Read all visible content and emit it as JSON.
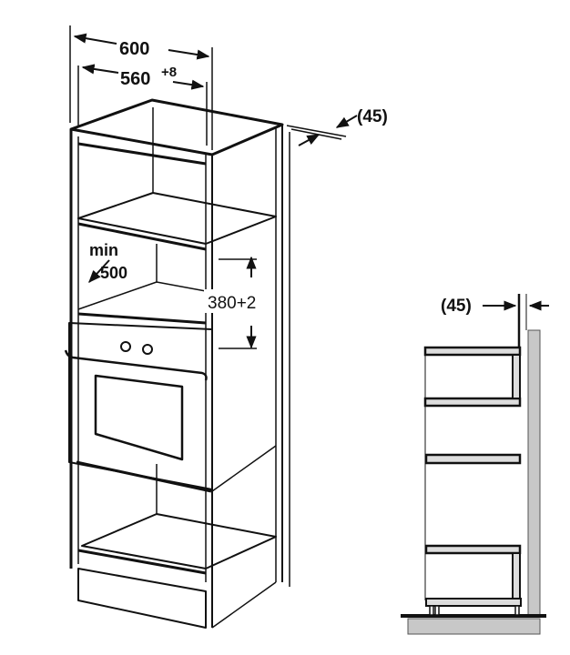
{
  "dimensions": {
    "overall_width": "600",
    "niche_width": "560",
    "niche_width_tolerance": "+8",
    "rear_gap_top": "(45)",
    "min_depth_label": "min",
    "min_depth_value": "500",
    "niche_height": "380+2",
    "rear_gap_side": "(45)"
  },
  "colors": {
    "line": "#111111",
    "wall": "#c8c8c8"
  }
}
